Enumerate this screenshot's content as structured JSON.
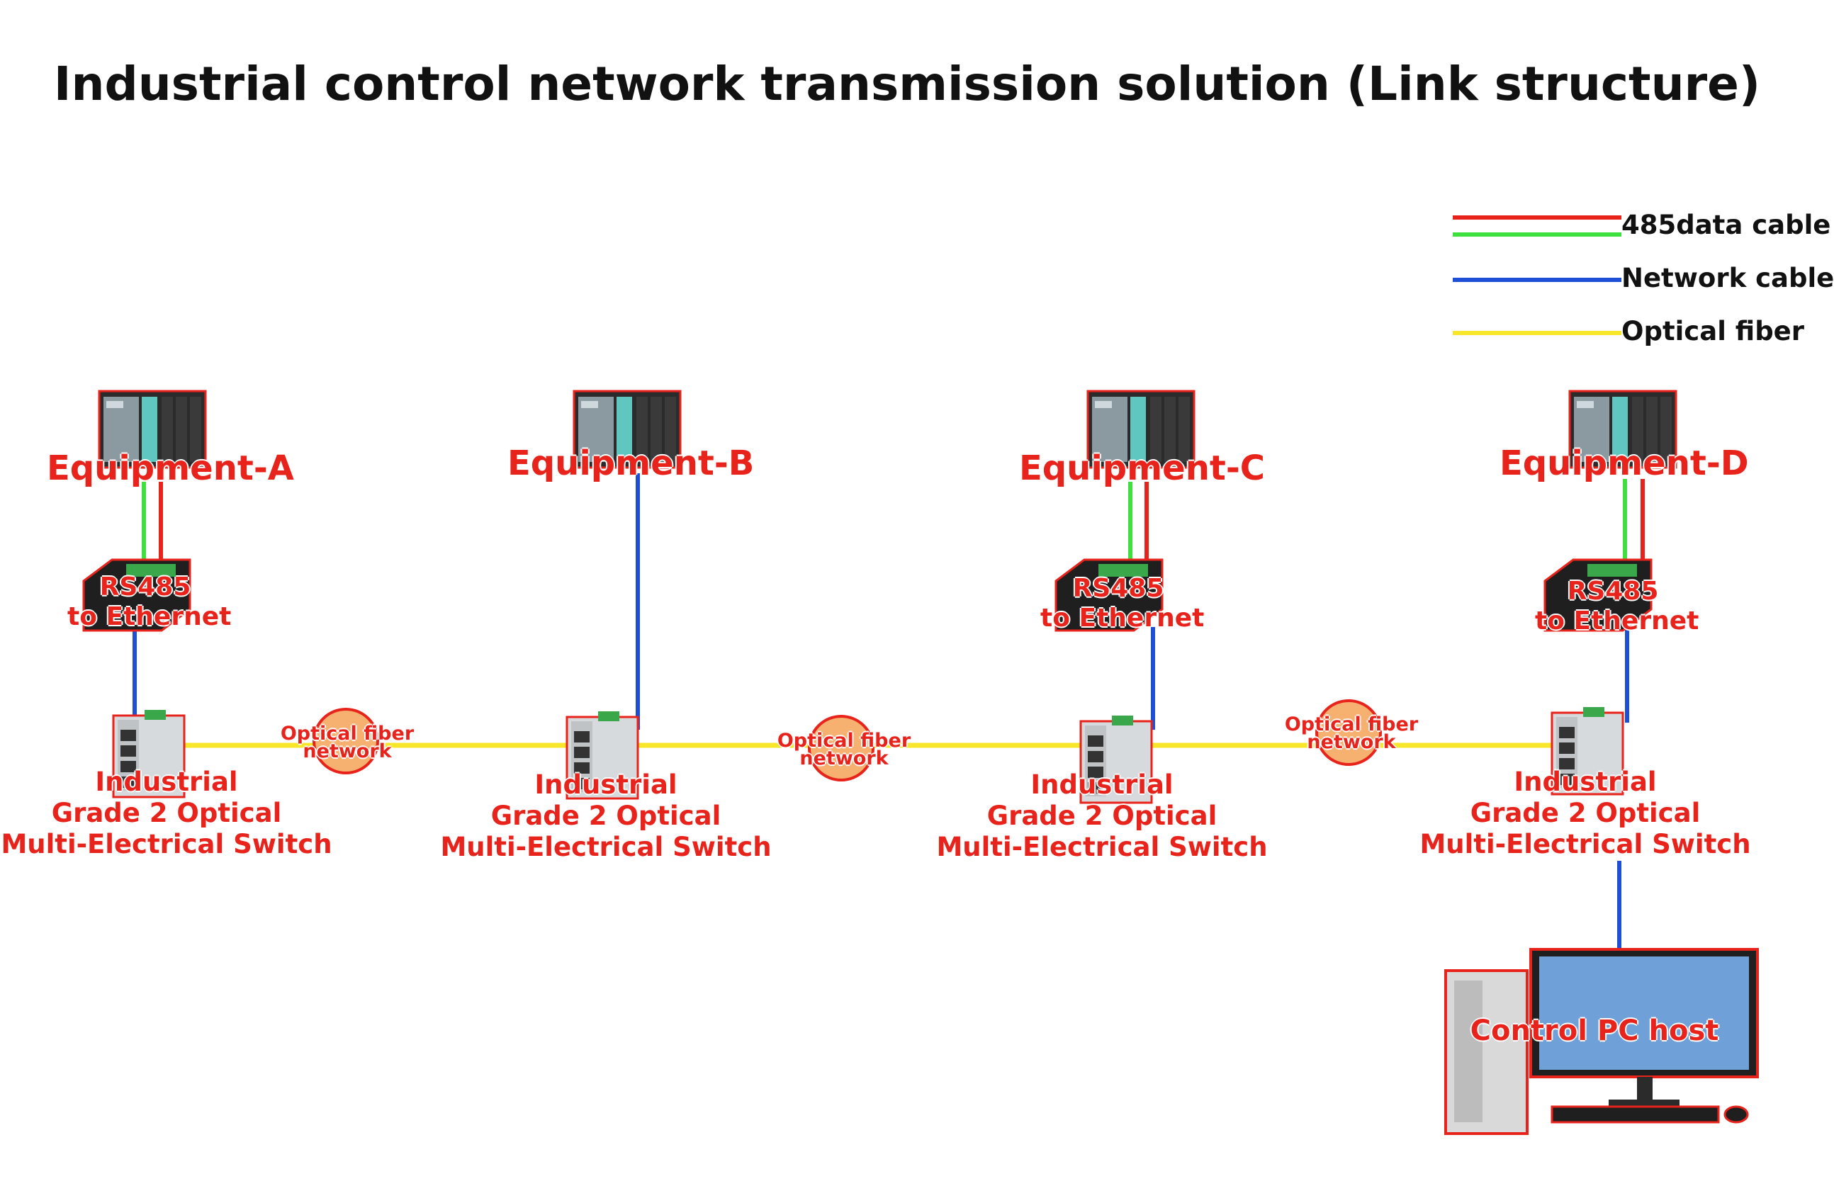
{
  "title": "Industrial control network transmission solution (Link structure)",
  "legend": [
    {
      "label": "485data cable",
      "colors": [
        "#e8231b",
        "#3de03d"
      ]
    },
    {
      "label": "Network cable",
      "colors": [
        "#1f4fd6"
      ]
    },
    {
      "label": "Optical fiber",
      "colors": [
        "#f7e62a"
      ]
    }
  ],
  "colors": {
    "data_red": "#e8231b",
    "data_green": "#3de03d",
    "network_blue": "#1f4fd6",
    "fiber_yellow": "#f7e62a",
    "label_red": "#e8231b",
    "cloud_orange": "#f6b070"
  },
  "equipment": [
    {
      "label": "Equipment-A",
      "icon": "plc-icon"
    },
    {
      "label": "Equipment-B",
      "icon": "plc-icon"
    },
    {
      "label": "Equipment-C",
      "icon": "plc-icon"
    },
    {
      "label": "Equipment-D",
      "icon": "plc-icon"
    }
  ],
  "converters": [
    {
      "line1": "RS485",
      "line2": "to Ethernet",
      "icon": "serial-converter-icon"
    },
    {
      "line1": "RS485",
      "line2": "to Ethernet",
      "icon": "serial-converter-icon"
    },
    {
      "line1": "RS485",
      "line2": "to Ethernet",
      "icon": "serial-converter-icon"
    }
  ],
  "switches": [
    {
      "line1": "Industrial",
      "line2": "Grade 2 Optical",
      "line3": "Multi-Electrical Switch",
      "icon": "switch-icon"
    },
    {
      "line1": "Industrial",
      "line2": "Grade 2 Optical",
      "line3": "Multi-Electrical Switch",
      "icon": "switch-icon"
    },
    {
      "line1": "Industrial",
      "line2": "Grade 2 Optical",
      "line3": "Multi-Electrical Switch",
      "icon": "switch-icon"
    },
    {
      "line1": "Industrial",
      "line2": "Grade 2 Optical",
      "line3": "Multi-Electrical Switch",
      "icon": "switch-icon"
    }
  ],
  "fiber_networks": [
    {
      "line1": "Optical fiber",
      "line2": "network"
    },
    {
      "line1": "Optical fiber",
      "line2": "network"
    },
    {
      "line1": "Optical fiber",
      "line2": "network"
    }
  ],
  "pc": {
    "label": "Control PC host",
    "icon": "desktop-computer-icon"
  }
}
